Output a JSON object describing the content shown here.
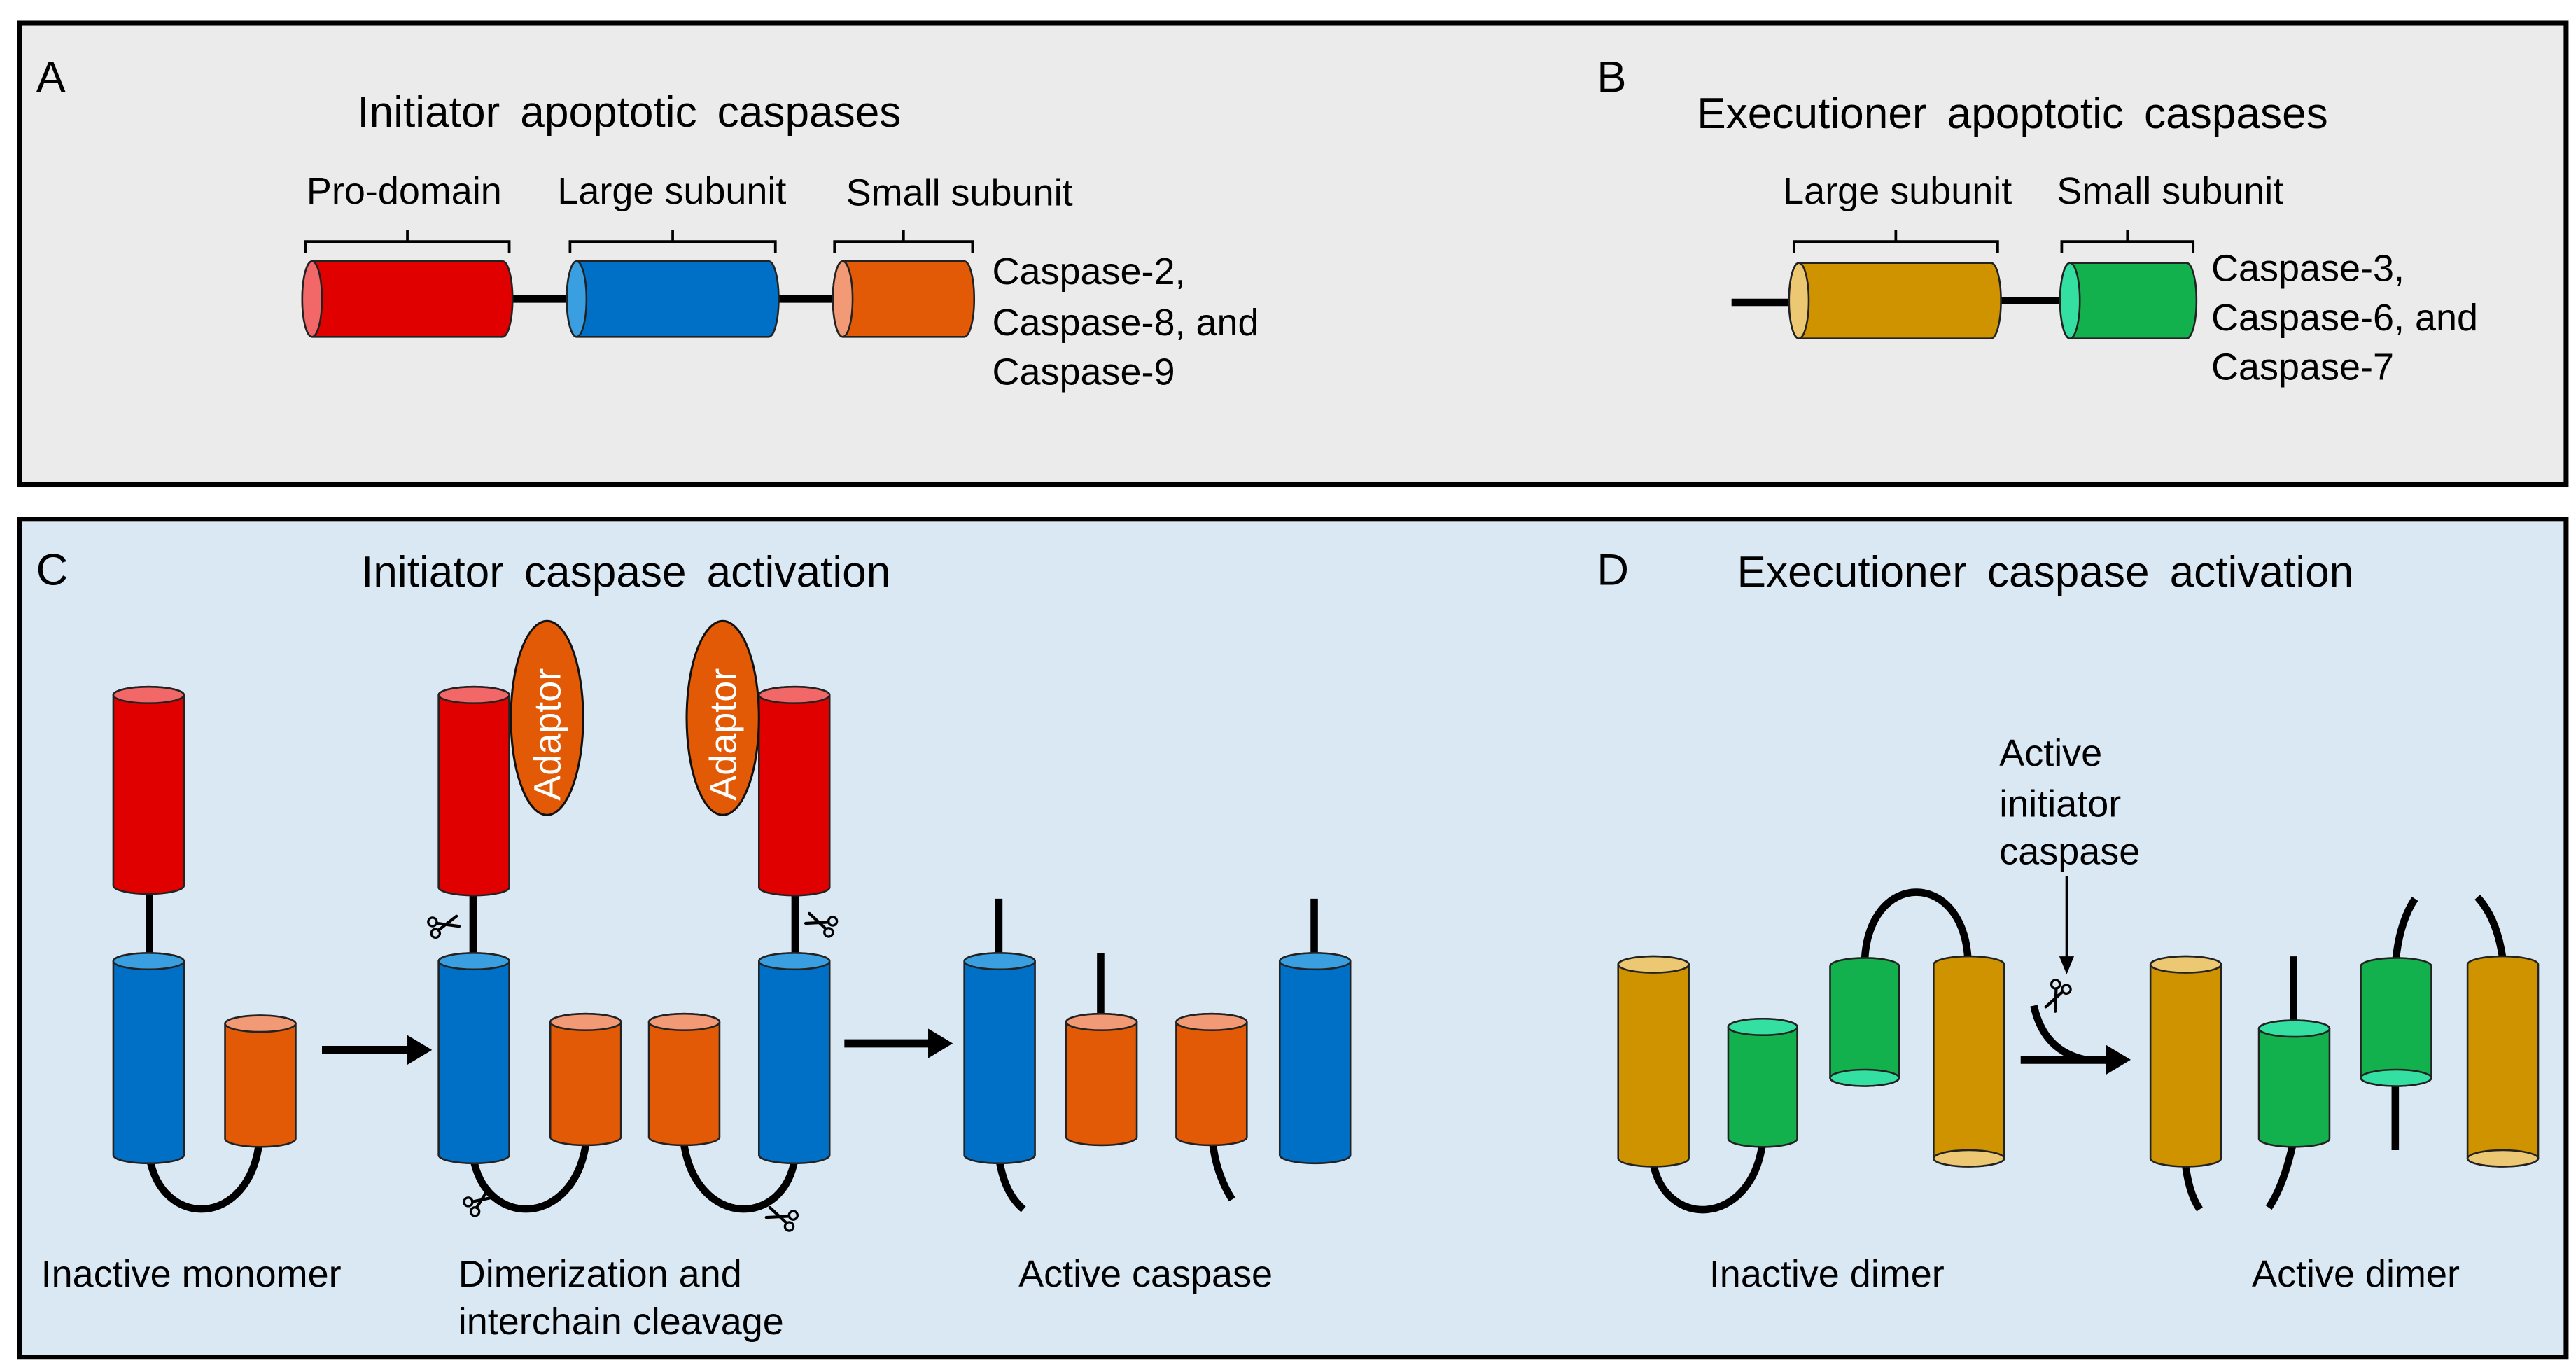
{
  "panel_a": {
    "letter": "A",
    "title": "Initiator apoptotic caspases",
    "domain_labels": {
      "pro_domain": "Pro-domain",
      "large_subunit": "Large subunit",
      "small_subunit": "Small subunit"
    },
    "members": [
      "Caspase-2,",
      "Caspase-8, and",
      "Caspase-9"
    ]
  },
  "panel_b": {
    "letter": "B",
    "title": "Executioner apoptotic caspases",
    "domain_labels": {
      "large_subunit": "Large subunit",
      "small_subunit": "Small subunit"
    },
    "members": [
      "Caspase-3,",
      "Caspase-6, and",
      "Caspase-7"
    ]
  },
  "panel_c": {
    "letter": "C",
    "title": "Initiator caspase activation",
    "adaptor_label": "Adaptor",
    "stages": {
      "inactive": "Inactive monomer",
      "dimerization": [
        "Dimerization and",
        "interchain cleavage"
      ],
      "active": "Active caspase"
    }
  },
  "panel_d": {
    "letter": "D",
    "title": "Executioner caspase activation",
    "activator_label": [
      "Active",
      "initiator",
      "caspase"
    ],
    "stages": {
      "inactive": "Inactive dimer",
      "active": "Active dimer"
    }
  },
  "colors": {
    "panel_ab_background": "#ebebeb",
    "panel_cd_background": "#dae8f4",
    "pro_domain": "#e10000",
    "pro_domain_end": "#f26868",
    "initiator_large_subunit": "#0070c6",
    "initiator_large_subunit_end": "#3a9fe0",
    "initiator_small_subunit": "#e25a05",
    "initiator_small_subunit_end": "#f29a76",
    "executioner_large_subunit": "#cf9300",
    "executioner_large_subunit_end": "#ecc872",
    "executioner_small_subunit": "#13b14d",
    "executioner_small_subunit_end": "#33e0a2",
    "adaptor": "#e25a05",
    "adaptor_text": "#ffffff"
  },
  "icons": {
    "cleavage_site": "scissors-icon",
    "progression": "arrow-right-icon",
    "activator_pointer": "arrow-down-icon"
  }
}
